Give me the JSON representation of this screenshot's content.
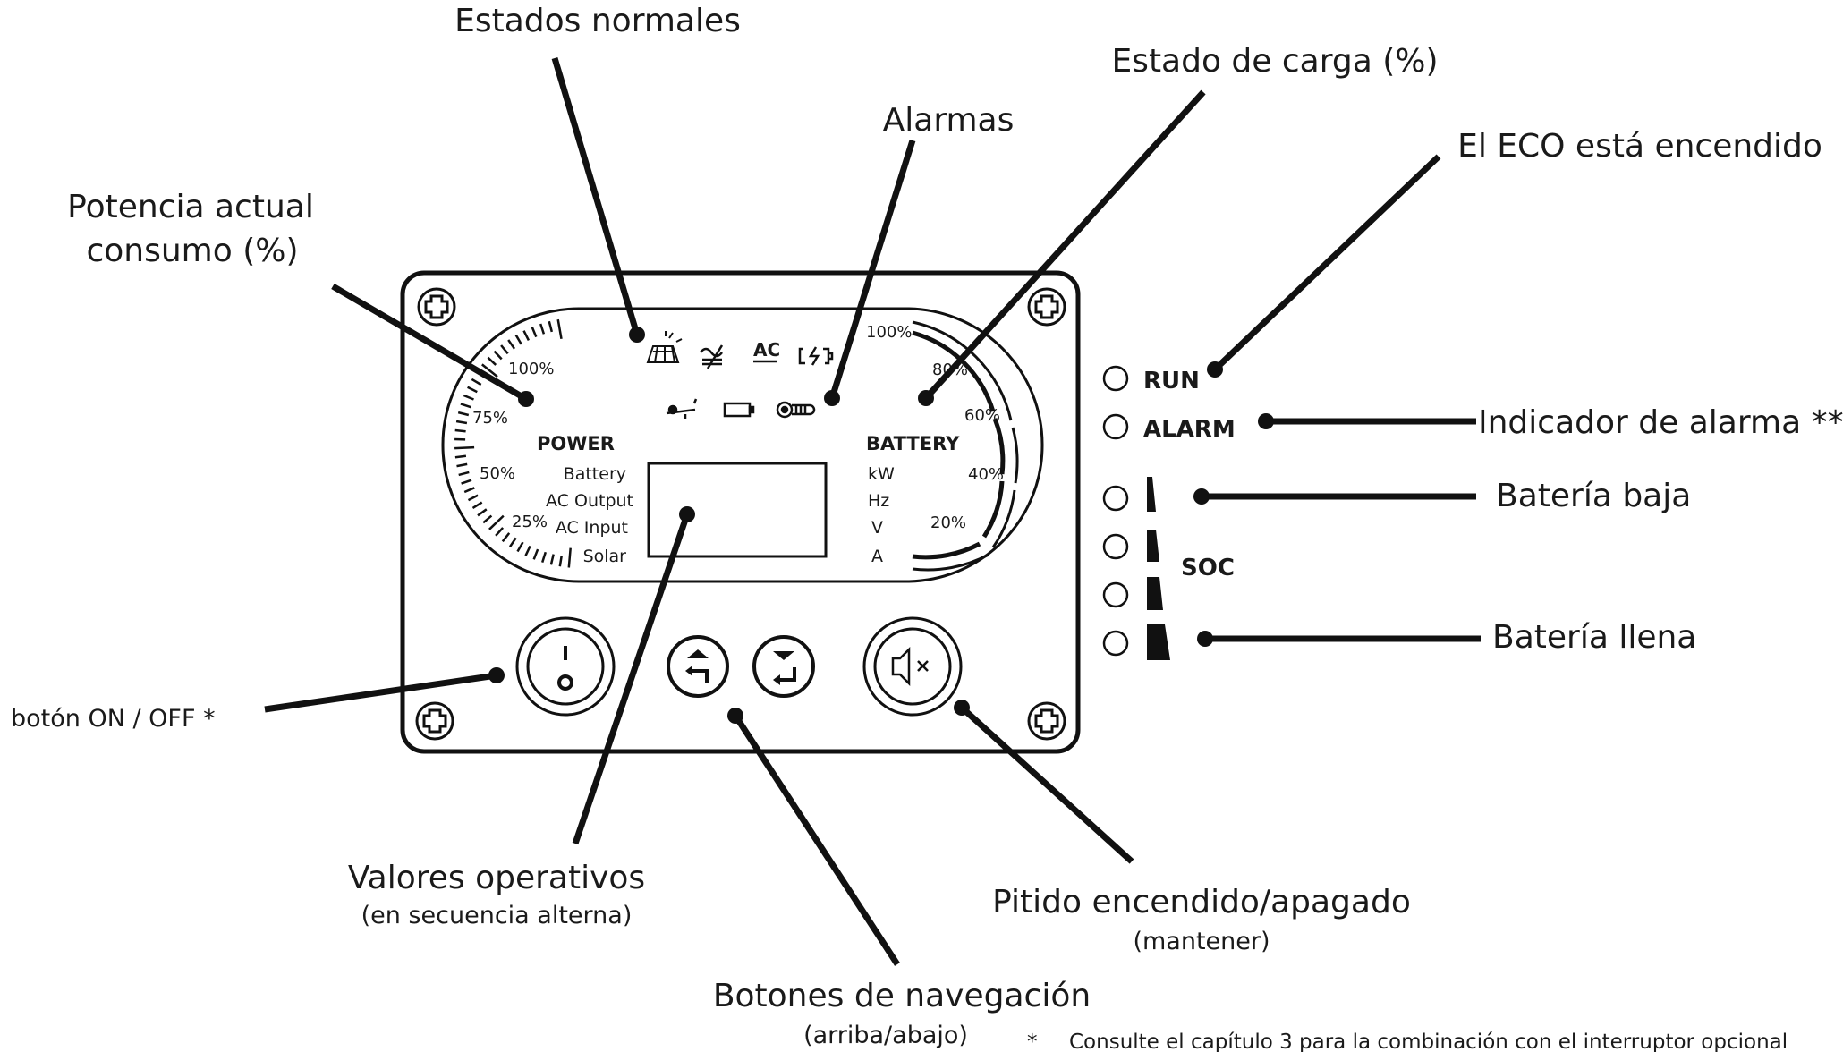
{
  "callouts": {
    "normal_states": "Estados normales",
    "charge_state": "Estado de carga (%)",
    "alarms": "Alarmas",
    "eco_on": "El ECO está encendido",
    "power_line1": "Potencia actual",
    "power_line2": "consumo (%)",
    "alarm_indicator": "Indicador de alarma **",
    "battery_low": "Batería baja",
    "battery_full": "Batería llena",
    "on_off": "botón ON / OFF *",
    "operating_values": "Valores operativos",
    "operating_values_sub": "(en secuencia alterna)",
    "beep": "Pitido encendido/apagado",
    "beep_sub": "(mantener)",
    "nav_buttons": "Botones de navegación",
    "nav_buttons_sub": "(arriba/abajo)",
    "footnote_mark": "*",
    "footnote": "Consulte el capítulo 3 para la combinación con el interruptor opcional"
  },
  "display": {
    "power_title": "POWER",
    "power_rows": [
      "Battery",
      "AC Output",
      "AC Input",
      "Solar"
    ],
    "power_scale": [
      "100%",
      "75%",
      "50%",
      "25%"
    ],
    "battery_title": "BATTERY",
    "battery_units": [
      "kW",
      "Hz",
      "V",
      "A"
    ],
    "battery_scale": [
      "100%",
      "80%",
      "60%",
      "40%",
      "20%"
    ],
    "ac_label": "AC"
  },
  "status": {
    "run": "RUN",
    "alarm": "ALARM",
    "soc": "SOC"
  },
  "icons": {
    "normal_states": [
      "solar-panel-icon",
      "ac-dc-icon",
      "ac-icon",
      "charging-icon"
    ],
    "alarms": [
      "overload-icon",
      "battery-icon",
      "temperature-icon"
    ],
    "buttons": [
      "power-icon",
      "up-back-icon",
      "down-enter-icon",
      "mute-icon"
    ]
  }
}
